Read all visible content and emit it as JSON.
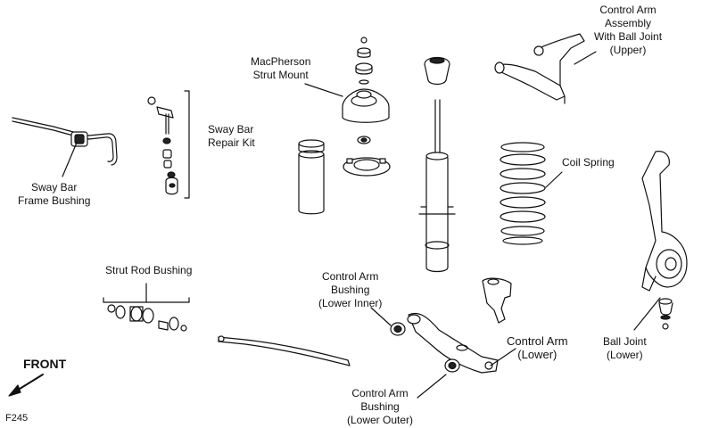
{
  "labels": {
    "control_arm_upper": [
      "Control Arm",
      "Assembly",
      "With Ball Joint",
      "(Upper)"
    ],
    "macpherson": [
      "MacPherson",
      "Strut Mount"
    ],
    "sway_bar_kit": [
      "Sway Bar",
      "Repair Kit"
    ],
    "coil_spring": [
      "Coil Spring"
    ],
    "sway_bar_bushing": [
      "Sway Bar",
      "Frame Bushing"
    ],
    "strut_rod_bushing": [
      "Strut Rod Bushing"
    ],
    "control_arm_bushing_inner": [
      "Control Arm",
      "Bushing",
      "(Lower Inner)"
    ],
    "control_arm_lower": [
      "Control Arm",
      "(Lower)"
    ],
    "ball_joint_lower": [
      "Ball Joint",
      "(Lower)"
    ],
    "control_arm_bushing_outer": [
      "Control Arm",
      "Bushing",
      "(Lower Outer)"
    ]
  },
  "front_label": "FRONT",
  "figure_code": "F245"
}
